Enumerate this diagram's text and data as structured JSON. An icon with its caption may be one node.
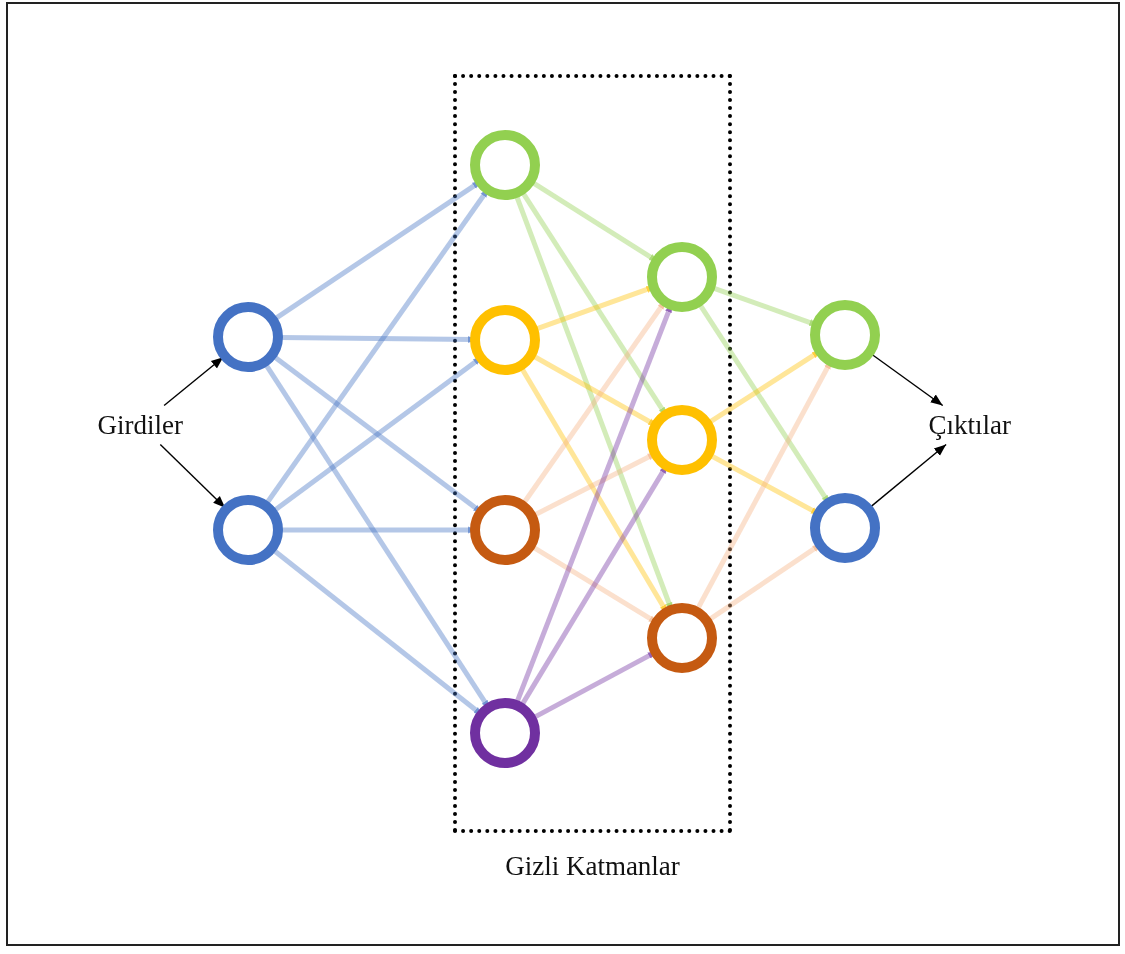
{
  "diagram": {
    "nodes": [
      {
        "text": [
          "Girdiler"
        ]
      },
      {
        "text": [],
        "shape": "circle"
      },
      {
        "text": [],
        "shape": "circle"
      },
      {
        "text": [
          "Gizli Katmanlar"
        ]
      },
      {
        "text": [],
        "shape": "circle",
        "in": 3
      },
      {
        "text": [],
        "shape": "circle",
        "in": 3
      },
      {
        "text": [],
        "shape": "circle",
        "in": 3
      },
      {
        "text": [],
        "shape": "circle",
        "in": 3
      },
      {
        "text": [],
        "shape": "circle",
        "in": 3
      },
      {
        "text": [],
        "shape": "circle",
        "in": 3
      },
      {
        "text": [],
        "shape": "circle",
        "in": 3
      },
      {
        "text": [],
        "shape": "circle"
      },
      {
        "text": [],
        "shape": "circle"
      },
      {
        "text": [
          "Çıktılar"
        ]
      }
    ],
    "edges": [
      {
        "from": 0,
        "to": 1,
        "arrow": "to",
        "color": "#000000"
      },
      {
        "from": 0,
        "to": 2,
        "arrow": "to",
        "color": "#000000"
      },
      {
        "from": 1,
        "to": 4,
        "arrow": "to"
      },
      {
        "from": 1,
        "to": 5,
        "arrow": "to"
      },
      {
        "from": 1,
        "to": 6,
        "arrow": "to"
      },
      {
        "from": 1,
        "to": 7,
        "arrow": "to"
      },
      {
        "from": 2,
        "to": 4,
        "arrow": "to"
      },
      {
        "from": 2,
        "to": 5,
        "arrow": "to"
      },
      {
        "from": 2,
        "to": 6,
        "arrow": "to"
      },
      {
        "from": 2,
        "to": 7,
        "arrow": "to"
      },
      {
        "from": 4,
        "to": 8,
        "arrow": "to",
        "color": "#92d050"
      },
      {
        "from": 4,
        "to": 9,
        "arrow": "to",
        "color": "#92d050"
      },
      {
        "from": 4,
        "to": 10,
        "arrow": "to",
        "color": "#92d050"
      },
      {
        "from": 5,
        "to": 8,
        "arrow": "to",
        "color": "#ffc000"
      },
      {
        "from": 5,
        "to": 9,
        "arrow": "to",
        "color": "#ffc000"
      },
      {
        "from": 5,
        "to": 10,
        "arrow": "to",
        "color": "#ffc000"
      },
      {
        "from": 6,
        "to": 8,
        "arrow": "to",
        "color": "#f4b183"
      },
      {
        "from": 6,
        "to": 9,
        "arrow": "to",
        "color": "#f4b183"
      },
      {
        "from": 6,
        "to": 10,
        "arrow": "to",
        "color": "#f4b183"
      },
      {
        "from": 7,
        "to": 8,
        "arrow": "to",
        "color": "#7030a0"
      },
      {
        "from": 7,
        "to": 9,
        "arrow": "to",
        "color": "#7030a0"
      },
      {
        "from": 7,
        "to": 10,
        "arrow": "to",
        "color": "#7030a0"
      },
      {
        "from": 8,
        "to": 11,
        "arrow": "to",
        "color": "#92d050"
      },
      {
        "from": 8,
        "to": 12,
        "arrow": "to",
        "color": "#92d050"
      },
      {
        "from": 9,
        "to": 11,
        "arrow": "to",
        "color": "#ffc000"
      },
      {
        "from": 9,
        "to": 12,
        "arrow": "to",
        "color": "#ffc000"
      },
      {
        "from": 10,
        "to": 11,
        "arrow": "to",
        "color": "#f4b183"
      },
      {
        "from": 10,
        "to": 12,
        "arrow": "to",
        "color": "#f4b183"
      },
      {
        "from": 11,
        "to": 13,
        "arrow": "to",
        "color": "#000000"
      },
      {
        "from": 12,
        "to": 13,
        "arrow": "to",
        "color": "#000000"
      }
    ]
  }
}
